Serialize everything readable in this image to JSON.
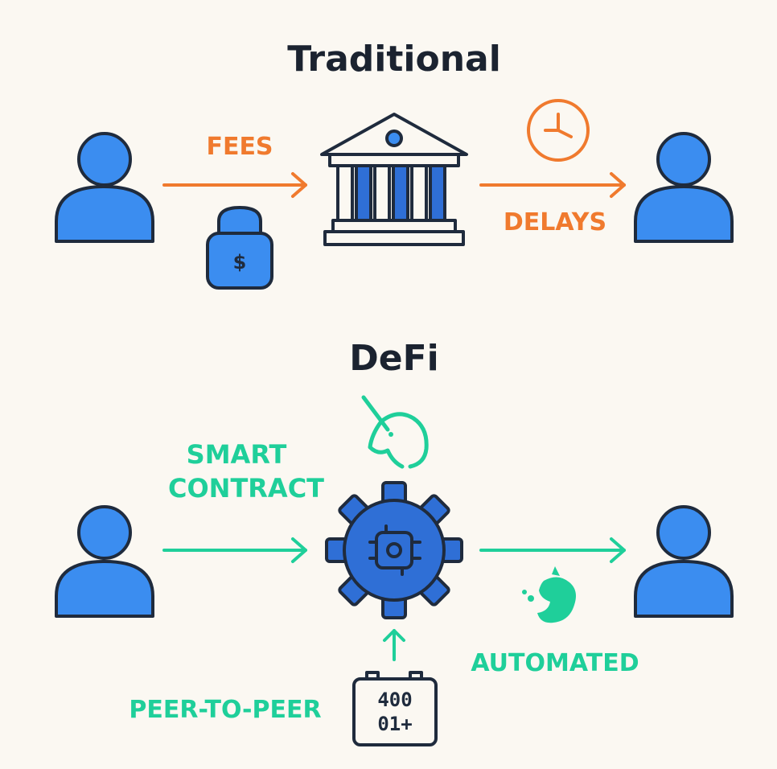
{
  "traditional": {
    "title": "Traditional",
    "fees_label": "FEES",
    "delays_label": "DELAYS"
  },
  "defi": {
    "title": "DeFi",
    "smart_contract_line1": "SMART",
    "smart_contract_line2": "CONTRACT",
    "automated_label": "AUTOMATED",
    "p2p_label": "PEER-TO-PEER",
    "device_line1": "400",
    "device_line2": "01+"
  },
  "lock_symbol": "$",
  "colors": {
    "background": "#fbf8f2",
    "outline": "#1f2b3d",
    "user_blue": "#3b8df0",
    "deep_blue": "#2f6fd6",
    "fee_orange": "#f07a2e",
    "defi_green": "#1fcf9a"
  },
  "icons": [
    "user-icon",
    "bank-icon",
    "money-lock-icon",
    "clock-icon",
    "gear-icon",
    "unicorn-icon",
    "splash-icon",
    "device-icon"
  ]
}
